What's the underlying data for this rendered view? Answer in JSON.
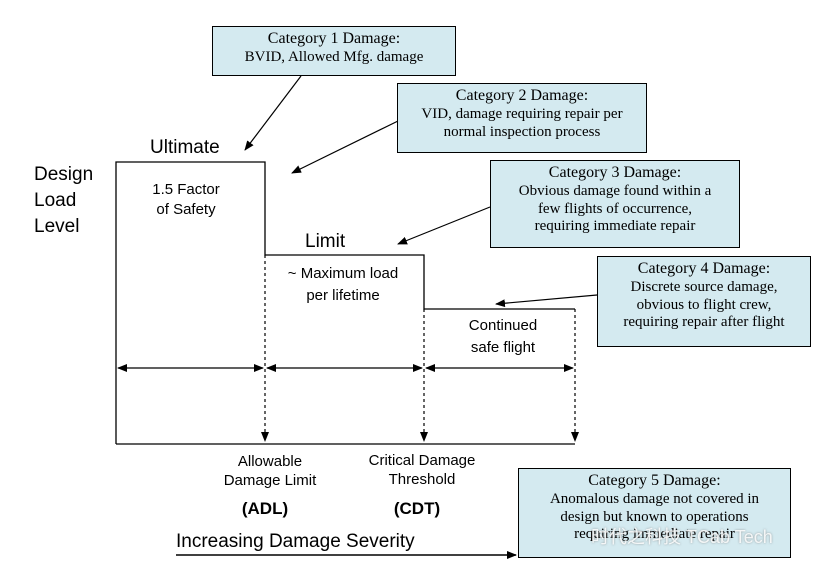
{
  "yaxis_label_lines": [
    "Design",
    "Load",
    "Level"
  ],
  "levels": {
    "ultimate": "Ultimate",
    "limit": "Limit"
  },
  "regions": {
    "factor_line1": "1.5 Factor",
    "factor_line2": "of Safety",
    "max_load_line1": "~ Maximum load",
    "max_load_line2": "per lifetime",
    "continued_line1": "Continued",
    "continued_line2": "safe flight"
  },
  "thresholds": {
    "adl_line1": "Allowable",
    "adl_line2": "Damage Limit",
    "adl_abbr": "(ADL)",
    "cdt_line1": "Critical Damage",
    "cdt_line2": "Threshold",
    "cdt_abbr": "(CDT)"
  },
  "xaxis_label": "Increasing Damage Severity",
  "categories": [
    {
      "title": "Category 1 Damage:",
      "desc": [
        "BVID, Allowed Mfg. damage"
      ]
    },
    {
      "title": "Category 2 Damage:",
      "desc": [
        "VID, damage requiring repair per",
        "normal inspection process"
      ]
    },
    {
      "title": "Category 3 Damage:",
      "desc": [
        "Obvious damage found within a",
        "few flights of occurrence,",
        "requiring immediate repair"
      ]
    },
    {
      "title": "Category 4 Damage:",
      "desc": [
        "Discrete source damage,",
        "obvious to flight crew,",
        "requiring repair after flight"
      ]
    },
    {
      "title": "Category 5 Damage:",
      "desc": [
        "Anomalous damage not covered in",
        "design but known to operations",
        "requiring immediate repair"
      ]
    }
  ],
  "watermark": "时代之科技 TCab Tech",
  "colors": {
    "box_fill": "#d4eaf0",
    "line": "#000000"
  }
}
